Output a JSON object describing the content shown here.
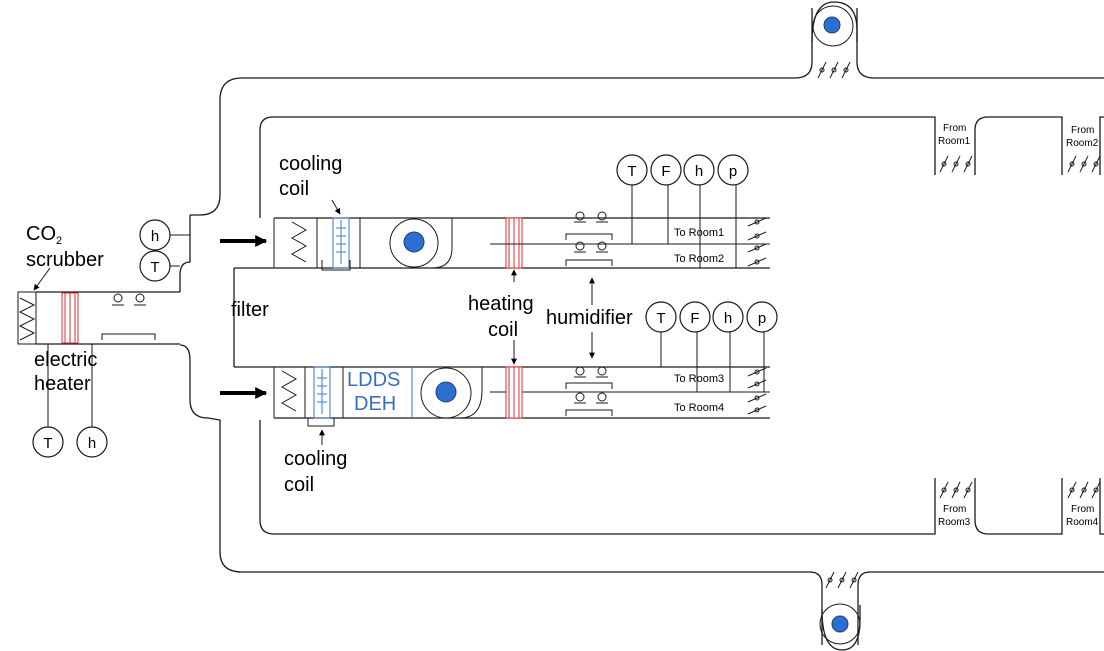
{
  "labels": {
    "co2": "CO",
    "co2_sub": "2",
    "scrubber": "scrubber",
    "electric": "electric",
    "heater": "heater",
    "filter": "filter",
    "cooling_top_1": "cooling",
    "cooling_top_2": "coil",
    "cooling_bot_1": "cooling",
    "cooling_bot_2": "coil",
    "heating_1": "heating",
    "heating_2": "coil",
    "humidifier": "humidifier",
    "ldds": "LDDS",
    "deh": "DEH"
  },
  "outlets": {
    "room1": "To Room1",
    "room2": "To Room2",
    "room3": "To Room3",
    "room4": "To Room4"
  },
  "returns": {
    "from1_a": "From",
    "from1_b": "Room1",
    "from2_a": "From",
    "from2_b": "Room2",
    "from3_a": "From",
    "from3_b": "Room3",
    "from4_a": "From",
    "from4_b": "Room4"
  },
  "sensors": {
    "inlet_h": "h",
    "inlet_t": "T",
    "heater_t": "T",
    "heater_h": "h",
    "top_t": "T",
    "top_f": "F",
    "top_h": "h",
    "top_p": "p",
    "bot_t": "T",
    "bot_f": "F",
    "bot_h": "h",
    "bot_p": "p"
  },
  "colors": {
    "fan_hub": "#2b6fd0",
    "heating_coil": "#e03030",
    "cooling_coil": "#3a7ad0",
    "ldds_text": "#3a6fc0"
  }
}
